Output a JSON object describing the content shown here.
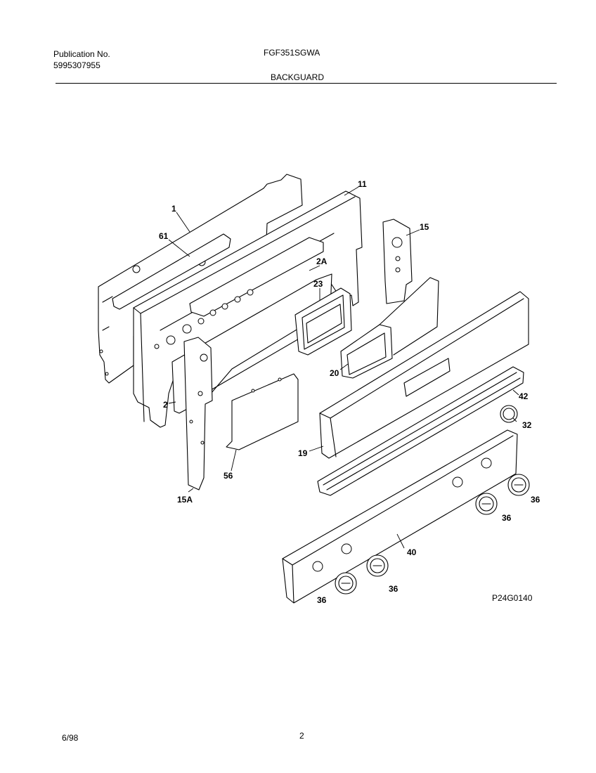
{
  "header": {
    "publication_label": "Publication No.",
    "publication_number": "5995307955",
    "model": "FGF351SGWA",
    "section_title": "BACKGUARD"
  },
  "part_callouts": {
    "p1": "1",
    "p61": "61",
    "p11": "11",
    "p15": "15",
    "p2A": "2A",
    "p23": "23",
    "p20": "20",
    "p2": "2",
    "p15A": "15A",
    "p56": "56",
    "p19": "19",
    "p42": "42",
    "p32": "32",
    "p36a": "36",
    "p36b": "36",
    "p36c": "36",
    "p36d": "36",
    "p40": "40"
  },
  "figure_code": "P24G0140",
  "footer": {
    "date": "6/98",
    "page_number": "2"
  }
}
